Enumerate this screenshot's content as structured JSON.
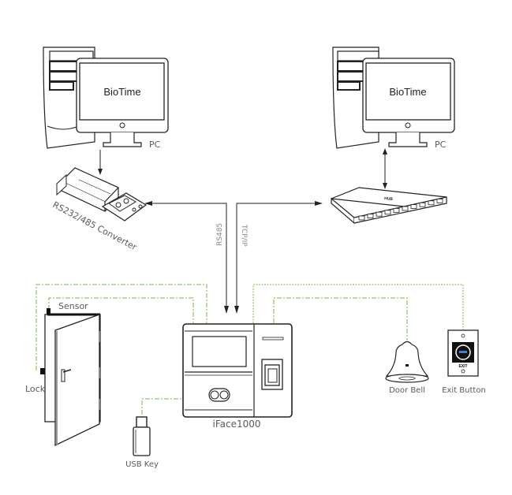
{
  "diagram": {
    "title": "iFace1000 wiring diagram",
    "nodes": {
      "pc_left": {
        "screen_text": "BioTime",
        "label": "PC"
      },
      "pc_right": {
        "screen_text": "BioTime",
        "label": "PC"
      },
      "converter": {
        "label": "RS232/485 Converter"
      },
      "hub": {
        "label": "HUB"
      },
      "device": {
        "label": "iFace1000"
      },
      "door": {
        "sensor_label": "Sensor",
        "lock_label": "Lock"
      },
      "usb": {
        "label": "USB Key"
      },
      "door_bell": {
        "label": "Door Bell"
      },
      "exit_button": {
        "label": "Exit Button",
        "panel_text": "EXIT"
      }
    },
    "links": {
      "rs485": "RS485",
      "tcpip": "TCP/IP"
    },
    "colors": {
      "wire": "#7ab648",
      "line": "#222222",
      "label": "#5a5a5a"
    }
  }
}
